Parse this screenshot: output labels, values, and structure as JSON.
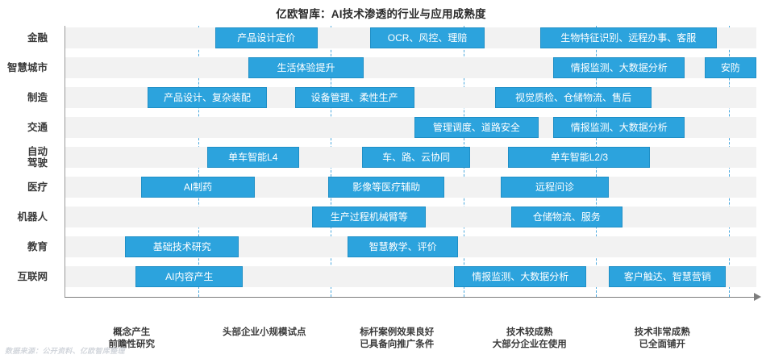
{
  "chart": {
    "title": "亿欧智库：AI技术渗透的行业与应用成熟度",
    "footer_note": "数据来源：公开资料、亿欧智库整理"
  },
  "chart_data": {
    "type": "bar",
    "title": "亿欧智库：AI技术渗透的行业与应用成熟度",
    "xlabel": "",
    "ylabel": "",
    "grid": true,
    "legend": "none",
    "accent_color": "#2ca3dd",
    "band_color": "#f2f2f2",
    "gridline_color": "#4aa8dd",
    "xlim": [
      0,
      5
    ],
    "x_axis_stages": [
      {
        "index": 1,
        "lines": [
          "概念产生",
          "前瞻性研究"
        ],
        "center": 0.5
      },
      {
        "index": 2,
        "lines": [
          "头部企业小规模试点"
        ],
        "center": 1.5
      },
      {
        "index": 3,
        "lines": [
          "标杆案例效果良好",
          "已具备向推广条件"
        ],
        "center": 2.5
      },
      {
        "index": 4,
        "lines": [
          "技术较成熟",
          "大部分企业在使用"
        ],
        "center": 3.5
      },
      {
        "index": 5,
        "lines": [
          "技术非常成熟",
          "已全面铺开"
        ],
        "center": 4.5
      }
    ],
    "gridline_positions": [
      1,
      2,
      3,
      4,
      5
    ],
    "categories": [
      "金融",
      "智慧城市",
      "制造",
      "交通",
      "自动驾驶",
      "医疗",
      "机器人",
      "教育",
      "互联网"
    ],
    "rows": [
      {
        "category": "金融",
        "label_lines": [
          "金融"
        ],
        "bars": [
          {
            "label": "产品设计定价",
            "start": 1.13,
            "end": 1.9
          },
          {
            "label": "OCR、风控、理赔",
            "start": 2.3,
            "end": 3.16
          },
          {
            "label": "生物特征识别、远程办事、客服",
            "start": 3.58,
            "end": 4.91
          }
        ]
      },
      {
        "category": "智慧城市",
        "label_lines": [
          "智慧城市"
        ],
        "bars": [
          {
            "label": "生活体验提升",
            "start": 1.38,
            "end": 2.25
          },
          {
            "label": "情报监测、大数据分析",
            "start": 3.68,
            "end": 4.67
          },
          {
            "label": "安防",
            "start": 4.82,
            "end": 5.48
          }
        ]
      },
      {
        "category": "制造",
        "label_lines": [
          "制造"
        ],
        "bars": [
          {
            "label": "产品设计、复杂装配",
            "start": 0.62,
            "end": 1.52
          },
          {
            "label": "设备管理、柔性生产",
            "start": 1.73,
            "end": 2.63
          },
          {
            "label": "视觉质检、仓储物流、售后",
            "start": 3.24,
            "end": 4.42
          }
        ]
      },
      {
        "category": "交通",
        "label_lines": [
          "交通"
        ],
        "bars": [
          {
            "label": "管理调度、道路安全",
            "start": 2.63,
            "end": 3.57
          },
          {
            "label": "情报监测、大数据分析",
            "start": 3.68,
            "end": 4.67
          }
        ]
      },
      {
        "category": "自动驾驶",
        "label_lines": [
          "自动",
          "驾驶"
        ],
        "bars": [
          {
            "label": "单车智能L4",
            "start": 1.07,
            "end": 1.76
          },
          {
            "label": "车、路、云协同",
            "start": 2.24,
            "end": 3.05
          },
          {
            "label": "单车智能L2/3",
            "start": 3.34,
            "end": 4.41
          }
        ]
      },
      {
        "category": "医疗",
        "label_lines": [
          "医疗"
        ],
        "bars": [
          {
            "label": "AI制药",
            "start": 0.57,
            "end": 1.43
          },
          {
            "label": "影像等医疗辅助",
            "start": 1.98,
            "end": 2.86
          },
          {
            "label": "远程问诊",
            "start": 3.28,
            "end": 4.1
          }
        ]
      },
      {
        "category": "机器人",
        "label_lines": [
          "机器人"
        ],
        "bars": [
          {
            "label": "生产过程机械臂等",
            "start": 1.86,
            "end": 2.72
          },
          {
            "label": "仓储物流、服务",
            "start": 3.36,
            "end": 4.2
          }
        ]
      },
      {
        "category": "教育",
        "label_lines": [
          "教育"
        ],
        "bars": [
          {
            "label": "基础技术研究",
            "start": 0.45,
            "end": 1.31
          },
          {
            "label": "智慧教学、评价",
            "start": 2.13,
            "end": 2.96
          }
        ]
      },
      {
        "category": "互联网",
        "label_lines": [
          "互联网"
        ],
        "bars": [
          {
            "label": "AI内容产生",
            "start": 0.53,
            "end": 1.34
          },
          {
            "label": "情报监测、大数据分析",
            "start": 2.93,
            "end": 3.93
          },
          {
            "label": "客户触达、智慧营销",
            "start": 4.1,
            "end": 4.98
          }
        ]
      }
    ]
  }
}
